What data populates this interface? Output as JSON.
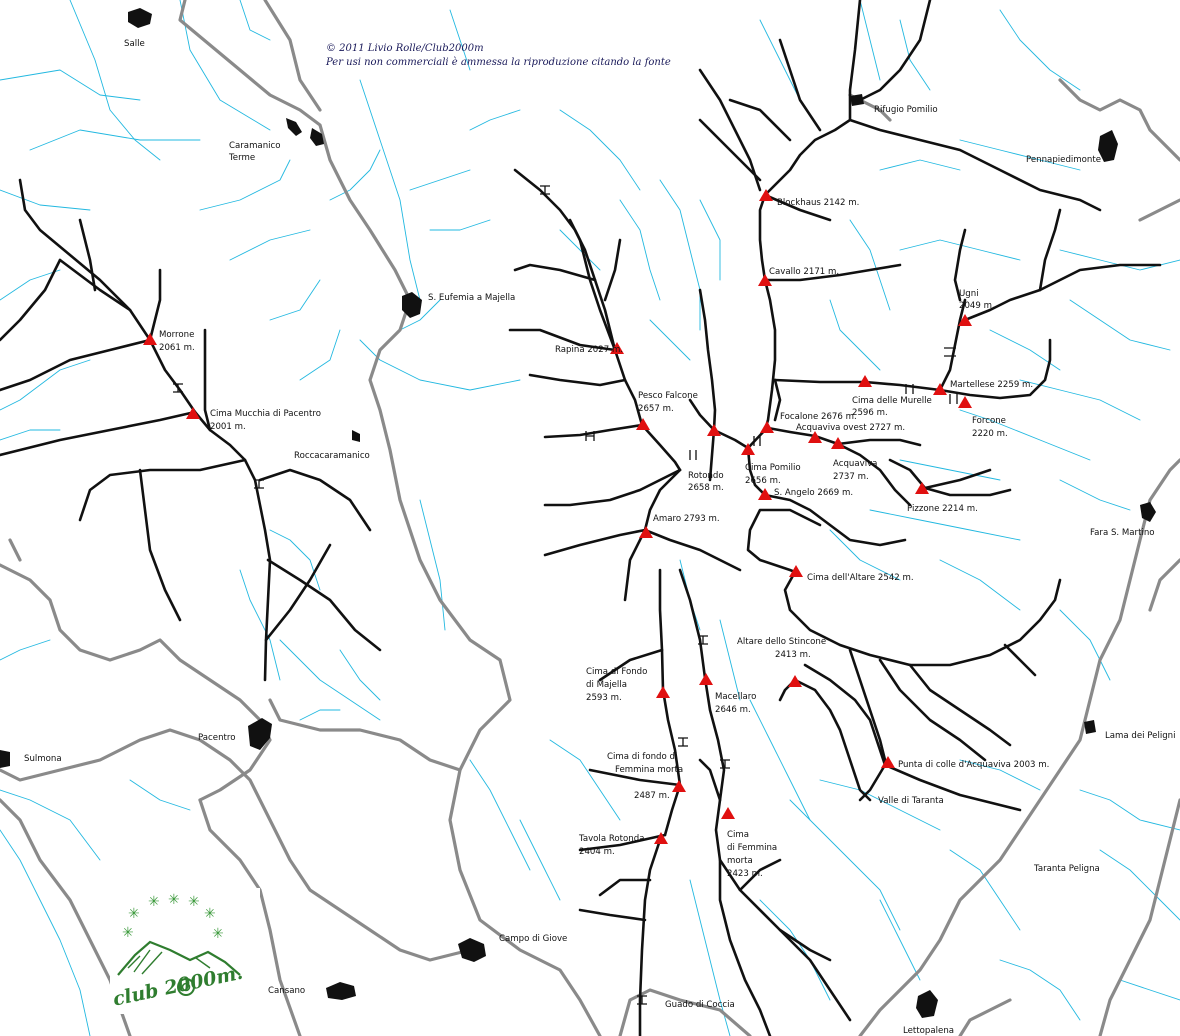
{
  "copyright": {
    "line1": "© 2011 Livio Rolle/Club2000m",
    "line2": "Per usi non commerciali è ammessa la riproduzione citando la fonte"
  },
  "towns": [
    {
      "name": "Salle"
    },
    {
      "name": "Caramanico Terme"
    },
    {
      "name": "S. Eufemia a Majella"
    },
    {
      "name": "Roccacaramanico"
    },
    {
      "name": "Rifugio Pomilio"
    },
    {
      "name": "Pennapiedimonte"
    },
    {
      "name": "Fara S. Martino"
    },
    {
      "name": "Lama dei Peligni"
    },
    {
      "name": "Taranta Peligna"
    },
    {
      "name": "Valle di Taranta"
    },
    {
      "name": "Sulmona"
    },
    {
      "name": "Pacentro"
    },
    {
      "name": "Campo di Giove"
    },
    {
      "name": "Cansano"
    },
    {
      "name": "Guado di Coccia"
    },
    {
      "name": "Lettopalena"
    }
  ],
  "peaks": [
    {
      "name": "Blockhaus 2142 m."
    },
    {
      "name": "Cavallo 2171 m."
    },
    {
      "name": "Ugni 2049 m."
    },
    {
      "name": "Martellese 2259 m."
    },
    {
      "name": "Forcone 2220 m."
    },
    {
      "name": "Cima delle Murelle 2596 m."
    },
    {
      "name": "Focalone 2676 m."
    },
    {
      "name": "Acquaviva ovest 2727 m."
    },
    {
      "name": "Acquaviva 2737 m."
    },
    {
      "name": "Pizzone 2214 m."
    },
    {
      "name": "Rapina 2027 m."
    },
    {
      "name": "Pesco Falcone 2657 m."
    },
    {
      "name": "Rotondo 2658 m."
    },
    {
      "name": "Cima Pomilio 2656 m."
    },
    {
      "name": "S. Angelo 2669 m."
    },
    {
      "name": "Amaro 2793 m."
    },
    {
      "name": "Cima dell'Altare 2542 m."
    },
    {
      "name": "Altare dello Stincone 2413 m."
    },
    {
      "name": "Cima di Fondo di Majella 2593 m."
    },
    {
      "name": "Macellaro 2646 m."
    },
    {
      "name": "Cima di fondo di Femmina morta 2487 m."
    },
    {
      "name": "Tavola Rotonda 2404 m."
    },
    {
      "name": "Cima di Femmina morta 2423 m."
    },
    {
      "name": "Punta di colle d'Acquaviva 2003 m."
    },
    {
      "name": "Morrone 2061 m."
    },
    {
      "name": "Cima Mucchia di Pacentro 2001 m."
    }
  ],
  "logo": {
    "text": "club 2000m."
  },
  "colors": {
    "road": "#8a8a8a",
    "river": "#22b8e0",
    "ridge": "#111111",
    "peak": "#e01010",
    "logo": "#2f7d2f"
  }
}
